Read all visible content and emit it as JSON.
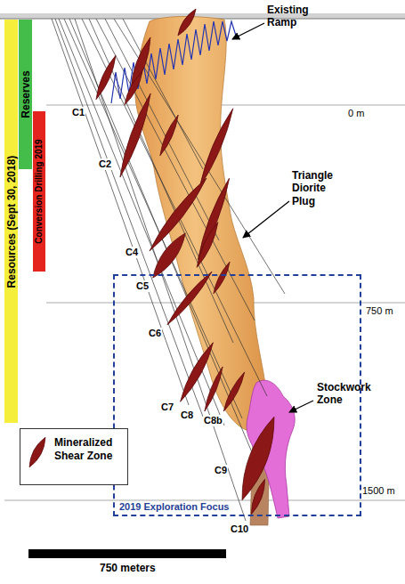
{
  "diagram": {
    "nodes": [
      {
        "text": [
          "Resources (Sept 30, 2018)"
        ]
      },
      {
        "text": [
          "Reserves"
        ]
      },
      {
        "text": [
          "Conversion Drilling 2019"
        ]
      },
      {
        "text": [
          "2019 Exploration Focus"
        ]
      }
    ],
    "labels": [
      "Existing Ramp",
      "C1",
      "0 m",
      "C2",
      "Triangle Diorite Plug",
      "C4",
      "C5",
      "750 m",
      "C6",
      "C7",
      "C8",
      "C8b",
      "Stockwork Zone",
      "C9",
      "1500 m",
      "C10",
      "750 meters"
    ],
    "legend": [
      {
        "text": "Mineralized Shear Zone"
      }
    ]
  }
}
